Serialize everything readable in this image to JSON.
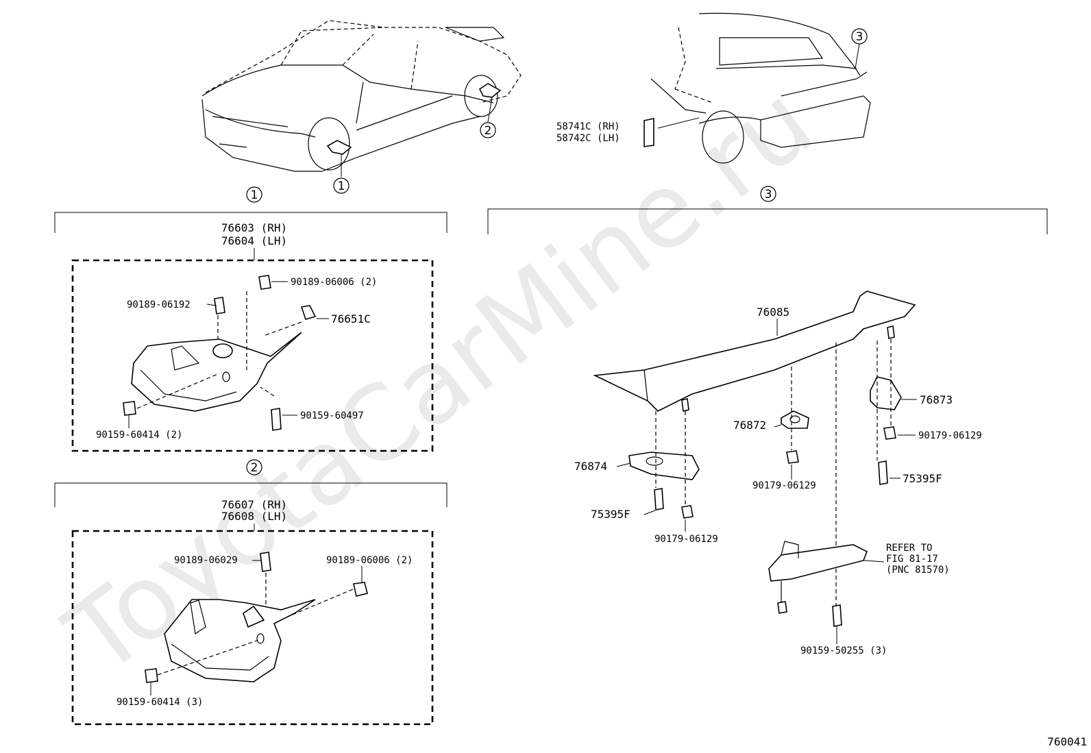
{
  "watermark": "ToyotaCarMine.ru",
  "figure_number": "760041",
  "callouts": {
    "c1": "1",
    "c2": "2",
    "c3": "3"
  },
  "labels": {
    "emblem_rh": "58741C (RH)",
    "emblem_lh": "58742C (LH)",
    "s1_title_rh": "76603 (RH)",
    "s1_title_lh": "76604 (LH)",
    "s1_clip_a": "90189-06192",
    "s1_clip_b": "90189-06006 (2)",
    "s1_nut": "76651C",
    "s1_screw_a": "90159-60497",
    "s1_screw_b": "90159-60414 (2)",
    "s2_title_rh": "76607 (RH)",
    "s2_title_lh": "76608 (LH)",
    "s2_clip_a": "90189-06029",
    "s2_clip_b": "90189-06006 (2)",
    "s2_screw": "90159-60414 (3)",
    "spoiler": "76085",
    "bracket_r": "76873",
    "nut_r": "90179-06129",
    "stud_r": "75395F",
    "bracket_c": "76872",
    "nut_c": "90179-06129",
    "bracket_l": "76874",
    "stud_l": "75395F",
    "nut_l": "90179-06129",
    "refer_1": "REFER TO",
    "refer_2": "FIG 81-17",
    "refer_3": "(PNC 81570)",
    "screw_lamp": "90159-50255 (3)"
  }
}
